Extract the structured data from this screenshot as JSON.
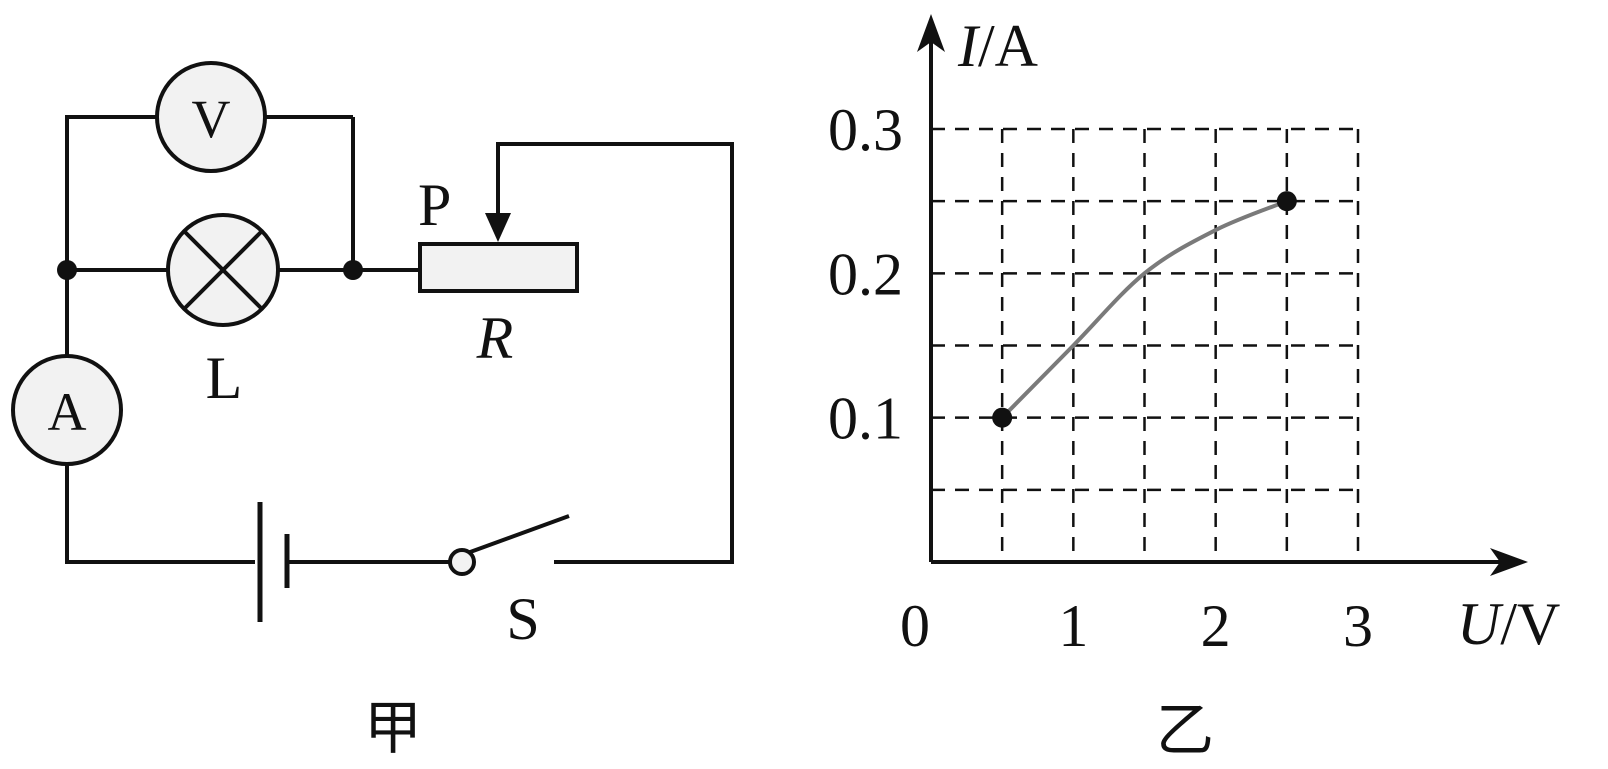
{
  "circuit": {
    "voltmeter_label": "V",
    "ammeter_label": "A",
    "lamp_label": "L",
    "slider_label": "P",
    "resistor_label": "R",
    "switch_label": "S",
    "caption": "甲"
  },
  "chart_data": {
    "type": "line",
    "title": "",
    "caption": "乙",
    "xlabel_var": "U",
    "xlabel_unit": "/V",
    "ylabel_var": "I",
    "ylabel_unit": "/A",
    "origin_label": "0",
    "xlim": [
      0,
      3
    ],
    "ylim": [
      0,
      0.3
    ],
    "x_ticks": [
      1,
      2,
      3
    ],
    "x_tick_labels": [
      "1",
      "2",
      "3"
    ],
    "y_ticks": [
      0.1,
      0.2,
      0.3
    ],
    "y_tick_labels": [
      "0.1",
      "0.2",
      "0.3"
    ],
    "x_grid": [
      0.5,
      1,
      1.5,
      2,
      2.5,
      3
    ],
    "y_grid": [
      0.05,
      0.1,
      0.15,
      0.2,
      0.25,
      0.3
    ],
    "grid": true,
    "curve_color": "#7a7a7a",
    "series": [
      {
        "x": [
          0.5,
          1.0,
          1.5,
          2.0,
          2.5
        ],
        "y": [
          0.1,
          0.15,
          0.2,
          0.23,
          0.25
        ],
        "endpoints": [
          [
            0.5,
            0.1
          ],
          [
            2.5,
            0.25
          ]
        ]
      }
    ]
  }
}
